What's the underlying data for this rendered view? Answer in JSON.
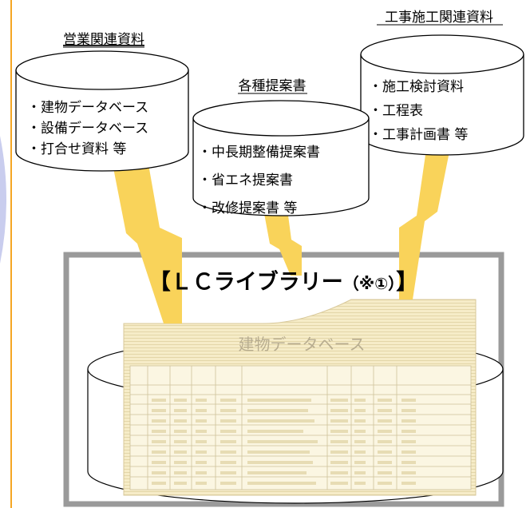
{
  "colors": {
    "accent_line": "#f5a623",
    "lightning": "#f9d35a",
    "frame": "#9a9a9a",
    "left_band": "#c9cdee",
    "sheet": "#f6ecc8"
  },
  "sales": {
    "title": "営業関連資料",
    "items": [
      "・建物データベース",
      "・設備データベース",
      "・打合せ資料 等"
    ]
  },
  "proposals": {
    "title": "各種提案書",
    "items": [
      "・中長期整備提案書",
      "・省エネ提案書",
      "・改修提案書 等"
    ]
  },
  "construction": {
    "title": "工事施工関連資料",
    "items": [
      "・施工検討資料",
      "・工程表",
      "・工事計画書 等"
    ]
  },
  "library": {
    "title": "【ＬＣライブラリー",
    "note": "（※①）",
    "close": "】",
    "db_title": "建物データベース"
  }
}
